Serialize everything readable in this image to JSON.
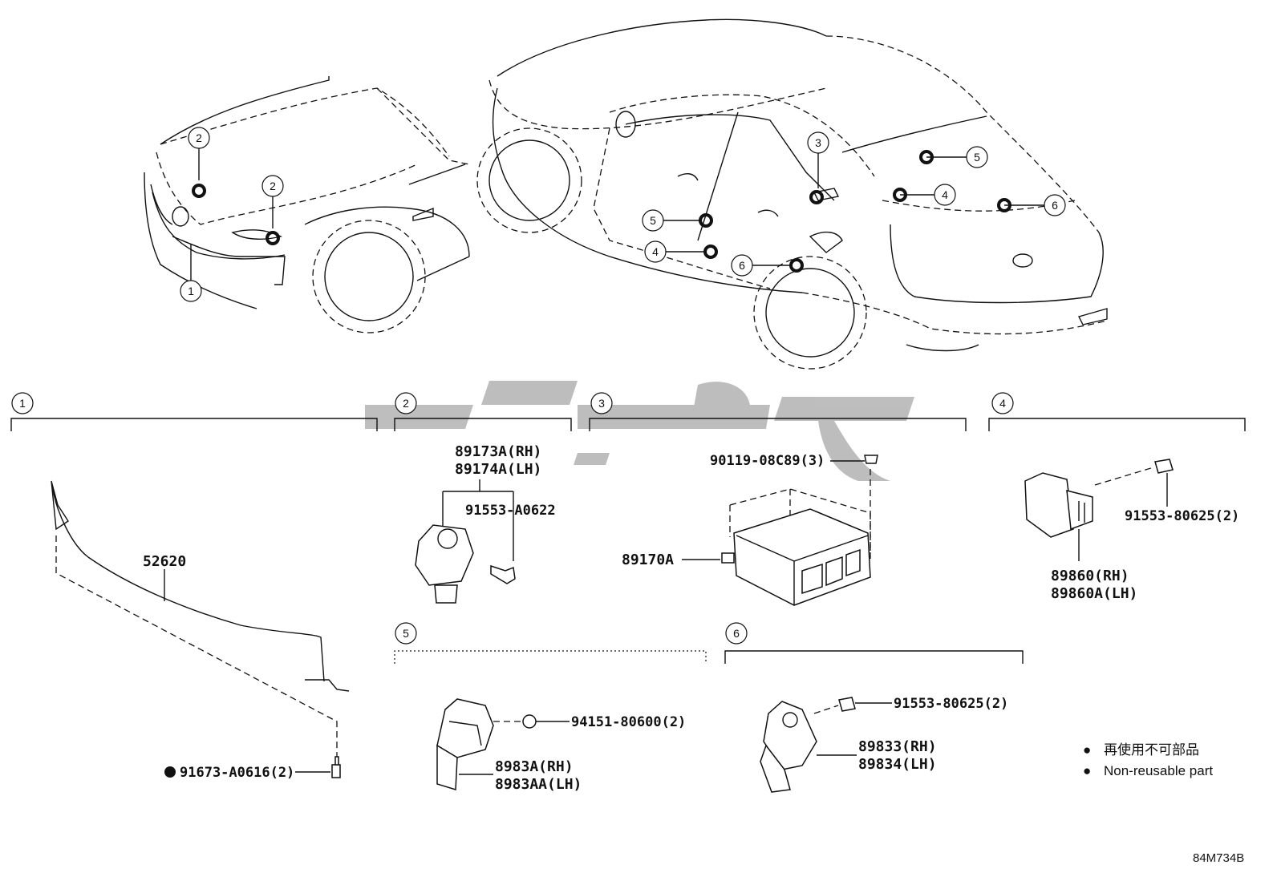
{
  "sections": [
    {
      "number": "1",
      "parts": [
        "52620",
        "91673-A0616(2)"
      ]
    },
    {
      "number": "2",
      "parts": [
        "89173A(RH)",
        "89174A(LH)",
        "91553-A0622"
      ]
    },
    {
      "number": "3",
      "parts": [
        "90119-08C89(3)",
        "89170A"
      ]
    },
    {
      "number": "4",
      "parts": [
        "91553-80625(2)",
        "89860(RH)",
        "89860A(LH)"
      ]
    },
    {
      "number": "5",
      "parts": [
        "94151-80600(2)",
        "8983A(RH)",
        "8983AA(LH)"
      ]
    },
    {
      "number": "6",
      "parts": [
        "91553-80625(2)",
        "89833(RH)",
        "89834(LH)"
      ]
    }
  ],
  "legend": {
    "symbol": "●",
    "japanese": "再使用不可部品",
    "english": "Non-reusable part"
  },
  "watermark": "ایران یدک",
  "diagram_ref": "84M734B"
}
